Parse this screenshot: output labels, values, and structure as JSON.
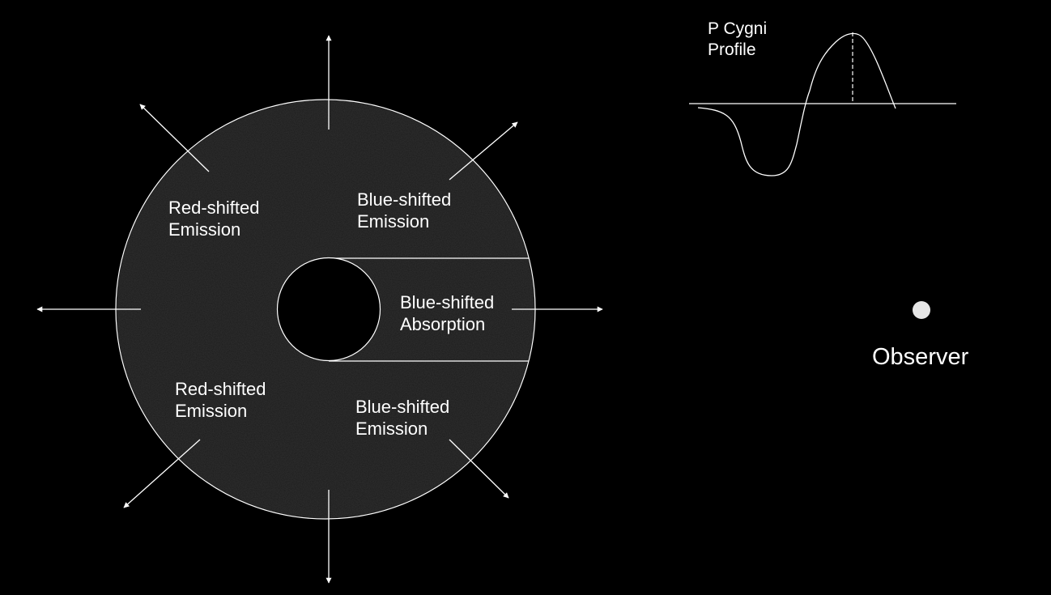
{
  "labels": {
    "upper_left": [
      "Red-shifted",
      "Emission"
    ],
    "upper_right": [
      "Blue-shifted",
      "Emission"
    ],
    "absorption": [
      "Blue-shifted",
      "Absorption"
    ],
    "lower_left": [
      "Red-shifted",
      "Emission"
    ],
    "lower_right": [
      "Blue-shifted",
      "Emission"
    ],
    "profile_title": [
      "P Cygni",
      "Profile"
    ],
    "observer": "Observer"
  },
  "colors": {
    "background": "#000000",
    "shell_fill": "#1b1b1b",
    "line": "#ffffff",
    "observer_dot": "#e6e6e6"
  },
  "icons": {
    "wind_arrow": "arrow-icon",
    "observer": "observer-dot-icon"
  }
}
